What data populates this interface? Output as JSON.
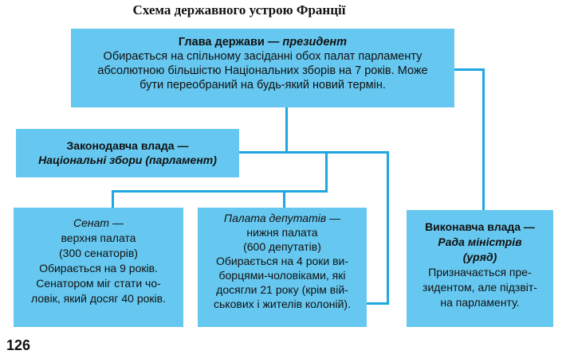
{
  "title": "Схема державного устрою Франції",
  "head_of_state": {
    "name_plain": "Глава держави — ",
    "name_italic": "президент",
    "lines": [
      "Обирається на спільному засіданні обох палат парламенту",
      "абсолютною більшістю Національних зборів на 7 років. Може",
      "бути переобраний на будь-який новий термін."
    ]
  },
  "legislative": {
    "line1": "Законодавча влада —",
    "line2": "Національні збори (парламент)"
  },
  "senate": {
    "name": "Сенат",
    "name_suffix": " —",
    "lines": [
      "верхня палата",
      "(300 сенаторів)",
      "Обирається на 9 років.",
      "Сенатором міг стати чо-",
      "ловік, який досяг 40 років."
    ]
  },
  "deputies": {
    "name": "Палата депутатів",
    "name_suffix": " —",
    "lines": [
      "нижня палата",
      "(600 депутатів)",
      "Обирається на 4 роки ви-",
      "борцями-чоловіками, які",
      "досягли 21 року (крім вій-",
      "ськових і жителів колоній)."
    ]
  },
  "executive": {
    "line1": "Виконавча влада —",
    "line2": "Рада міністрів",
    "line3": "(уряд)",
    "lines": [
      "Призначається пре-",
      "зидентом, але підзвіт-",
      "на парламенту."
    ]
  },
  "page_number": "126",
  "colors": {
    "box": "#66c8f0",
    "connector": "#1ea7e0"
  }
}
